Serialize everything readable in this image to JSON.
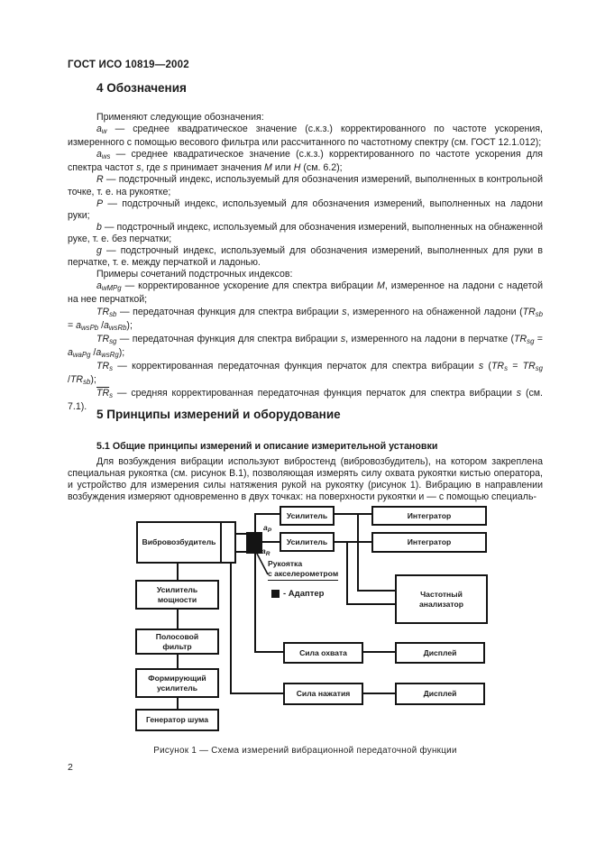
{
  "page": {
    "header": "ГОСТ ИСО 10819—2002",
    "number": "2"
  },
  "sections": {
    "s4": {
      "title": "4  Обозначения",
      "paragraphs": [
        [
          {
            "t": "Применяют следующие обозначения:"
          }
        ],
        [
          {
            "t": "a",
            "s": "i"
          },
          {
            "t": "w",
            "s": "sub"
          },
          {
            "t": " — среднее квадратическое значение (с.к.з.) корректированного по частоте ускорения, измеренного с помощью весового фильтра или рассчитанного по частотному спектру (см. ГОСТ 12.1.012);"
          }
        ],
        [
          {
            "t": "a",
            "s": "i"
          },
          {
            "t": "ws",
            "s": "sub"
          },
          {
            "t": " — среднее квадратическое значение (с.к.з.) корректированного по частоте ускорения для спектра частот "
          },
          {
            "t": "s",
            "s": "i"
          },
          {
            "t": ", где "
          },
          {
            "t": "s",
            "s": "i"
          },
          {
            "t": " принимает значения "
          },
          {
            "t": "M",
            "s": "i"
          },
          {
            "t": " или "
          },
          {
            "t": "H",
            "s": "i"
          },
          {
            "t": " (см. 6.2);"
          }
        ],
        [
          {
            "t": "R",
            "s": "i"
          },
          {
            "t": " — подстрочный индекс, используемый для обозначения измерений, выполненных в контрольной точке, т. е. на рукоятке;"
          }
        ],
        [
          {
            "t": "P",
            "s": "i"
          },
          {
            "t": " — подстрочный индекс, используемый для обозначения измерений, выполненных на ладони руки;"
          }
        ],
        [
          {
            "t": "b",
            "s": "i"
          },
          {
            "t": " — подстрочный индекс, используемый для обозначения измерений, выполненных на обнаженной руке, т. е. без перчатки;"
          }
        ],
        [
          {
            "t": "g",
            "s": "i"
          },
          {
            "t": " — подстрочный индекс, используемый для обозначения измерений, выполненных для руки в перчатке, т. е. между перчаткой и ладонью."
          }
        ],
        [
          {
            "t": "Примеры сочетаний подстрочных индексов:"
          }
        ],
        [
          {
            "t": "a",
            "s": "i"
          },
          {
            "t": "wMPg",
            "s": "sub"
          },
          {
            "t": " — корректированное ускорение для спектра вибрации "
          },
          {
            "t": "M",
            "s": "i"
          },
          {
            "t": ", измеренное на ладони с надетой на нее перчаткой;"
          }
        ],
        [
          {
            "t": "TR",
            "s": "i"
          },
          {
            "t": "sb",
            "s": "sub"
          },
          {
            "t": " — передаточная функция для спектра вибрации "
          },
          {
            "t": "s",
            "s": "i"
          },
          {
            "t": ", измеренного на обнаженной ладони ("
          },
          {
            "t": "TR",
            "s": "i"
          },
          {
            "t": "sb",
            "s": "sub"
          },
          {
            "t": " = "
          },
          {
            "t": "a",
            "s": "i"
          },
          {
            "t": "wsPb",
            "s": "sub"
          },
          {
            "t": " /"
          },
          {
            "t": "a",
            "s": "i"
          },
          {
            "t": "wsRb",
            "s": "sub"
          },
          {
            "t": ");"
          }
        ],
        [
          {
            "t": "TR",
            "s": "i"
          },
          {
            "t": "sg",
            "s": "sub"
          },
          {
            "t": " — передаточная функция для спектра вибрации "
          },
          {
            "t": "s",
            "s": "i"
          },
          {
            "t": ", измеренного на ладони в перчатке ("
          },
          {
            "t": "TR",
            "s": "i"
          },
          {
            "t": "sg",
            "s": "sub"
          },
          {
            "t": " = "
          },
          {
            "t": "a",
            "s": "i"
          },
          {
            "t": "waPg",
            "s": "sub"
          },
          {
            "t": " /"
          },
          {
            "t": "a",
            "s": "i"
          },
          {
            "t": "wsRg",
            "s": "sub"
          },
          {
            "t": ");"
          }
        ],
        [
          {
            "t": "TR",
            "s": "i"
          },
          {
            "t": "s",
            "s": "sub"
          },
          {
            "t": " — корректированная передаточная функция перчаток для спектра вибрации "
          },
          {
            "t": "s",
            "s": "i"
          },
          {
            "t": " ("
          },
          {
            "t": "TR",
            "s": "i"
          },
          {
            "t": "s",
            "s": "sub"
          },
          {
            "t": " = "
          },
          {
            "t": "TR",
            "s": "i"
          },
          {
            "t": "sg",
            "s": "sub"
          },
          {
            "t": " /"
          },
          {
            "t": "TR",
            "s": "i"
          },
          {
            "t": "sb",
            "s": "sub"
          },
          {
            "t": ");"
          }
        ],
        [
          {
            "t": "TR",
            "s": "iover"
          },
          {
            "t": "s",
            "s": "sub"
          },
          {
            "t": " — средняя корректированная передаточная функция перчаток для спектра вибрации "
          },
          {
            "t": "s",
            "s": "i"
          },
          {
            "t": " (см. 7.1)."
          }
        ]
      ]
    },
    "s5": {
      "title": "5  Принципы измерений и оборудование",
      "s51_title": "5.1  Общие принципы измерений и описание измерительной установки",
      "paragraphs": [
        [
          {
            "t": "Для возбуждения вибрации используют вибростенд (вибровозбудитель), на котором закреплена специальная рукоятка (см. рисунок В.1), позволяющая измерять силу охвата рукоятки кистью оператора, и устройство для измерения силы натяжения рукой на рукоятку (рисунок 1). Вибрацию в направлении возбуждения измеряют одновременно в двух точках: на поверхности рукоятки и — с помощью специаль-"
          }
        ]
      ]
    }
  },
  "figure": {
    "caption": "Рисунок 1 — Схема измерений вибрационной передаточной функции",
    "boxes": {
      "vibro": "Вибровозбудитель",
      "amp_power": "Усилитель\nмощности",
      "bandpass": "Полосовой\nфильтр",
      "shaper": "Формирующий\nусилитель",
      "noise": "Генератор шума",
      "amp1": "Усилитель",
      "amp2": "Усилитель",
      "int1": "Интегратор",
      "int2": "Интегратор",
      "analyzer": "Частотный\nанализатор",
      "grip": "Сила охвата",
      "disp1": "Дисплей",
      "push": "Сила нажатия",
      "disp2": "Дисплей"
    },
    "labels": {
      "accel_top_base": "а",
      "accel_top_sub": "Р",
      "accel_bottom_base": "а",
      "accel_bottom_sub": "R",
      "handle_line1": "Рукоятка",
      "handle_line2": "с акселерометром",
      "adapter_legend": "- Адаптер"
    },
    "ink_color": "#141414"
  }
}
